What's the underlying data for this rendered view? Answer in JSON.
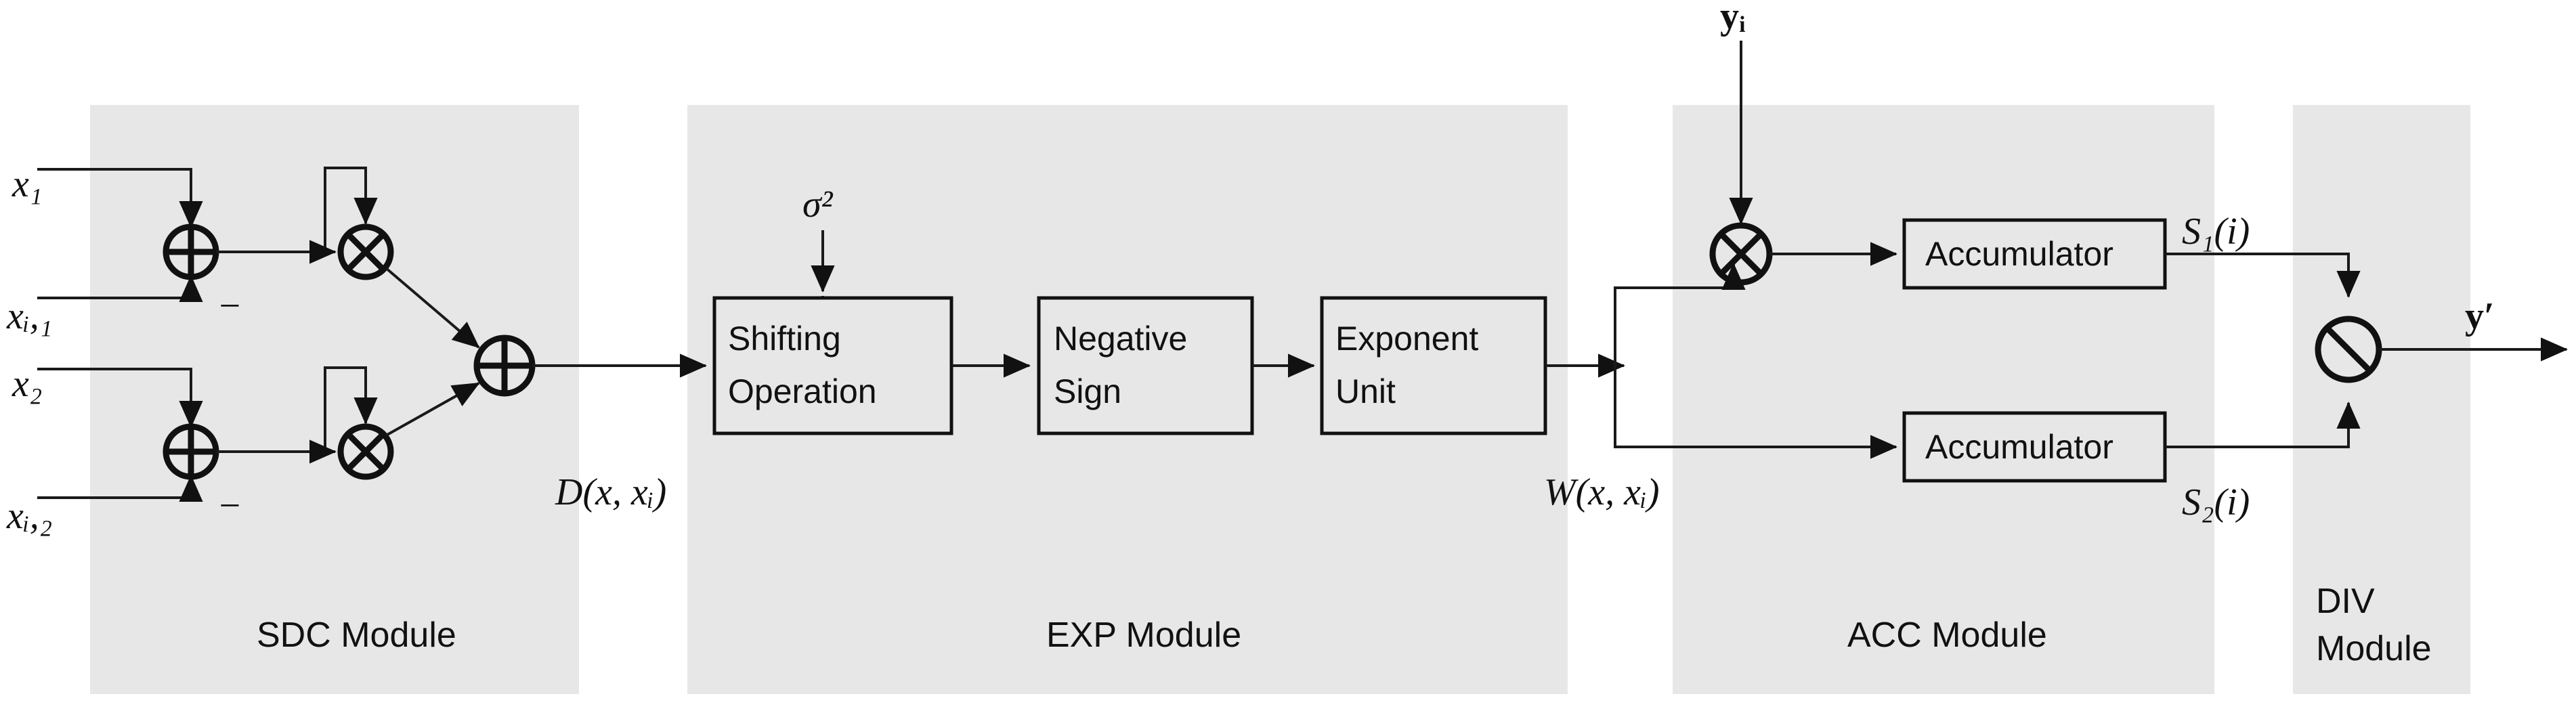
{
  "diagram": {
    "title": "Hardware block diagram of weighted-average filter datapath",
    "background": "#ffffff",
    "panel_color": "#e7e7e7",
    "line_color": "#111111"
  },
  "modules": [
    {
      "id": "sdc",
      "label": "SDC Module"
    },
    {
      "id": "exp",
      "label": "EXP Module"
    },
    {
      "id": "acc",
      "label": "ACC Module"
    },
    {
      "id": "div",
      "label_line1": "DIV",
      "label_line2": "Module"
    }
  ],
  "inputs": {
    "x1": "x₁",
    "xi1": "xᵢ,₁",
    "x2": "x₂",
    "xi2": "xᵢ,₂",
    "sigma_sq": "σ²",
    "y_i": "yᵢ"
  },
  "signals": {
    "minus_upper": "−",
    "minus_lower": "−",
    "distance": "D(x, xᵢ)",
    "weight": "W(x, xᵢ)",
    "s1": "S₁(i)",
    "s2": "S₂(i)",
    "output": "y′"
  },
  "blocks": [
    {
      "id": "shifting",
      "line1": "Shifting",
      "line2": "Operation"
    },
    {
      "id": "negative",
      "line1": "Negative",
      "line2": "Sign"
    },
    {
      "id": "exponent",
      "line1": "Exponent",
      "line2": "Unit"
    },
    {
      "id": "acc1",
      "line1": "Accumulator",
      "line2": ""
    },
    {
      "id": "acc2",
      "line1": "Accumulator",
      "line2": ""
    }
  ],
  "operators": [
    {
      "id": "sum-upper",
      "glyph": "plus-circle"
    },
    {
      "id": "sum-lower",
      "glyph": "plus-circle"
    },
    {
      "id": "square-upper",
      "glyph": "times-circle"
    },
    {
      "id": "square-lower",
      "glyph": "times-circle"
    },
    {
      "id": "sum-center",
      "glyph": "plus-circle"
    },
    {
      "id": "multiplier",
      "glyph": "times-circle"
    },
    {
      "id": "divider",
      "glyph": "slash-circle"
    }
  ]
}
